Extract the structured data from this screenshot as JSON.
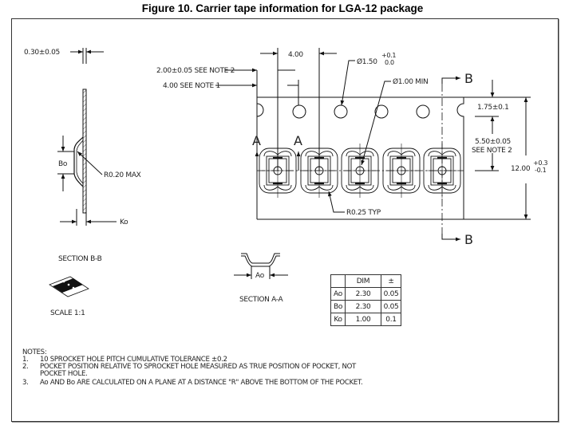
{
  "figure": {
    "title": "Figure 10. Carrier tape information for LGA-12 package"
  },
  "dimensions": {
    "thickness": "0.30±0.05",
    "pocket_offset": "2.00±0.05 SEE NOTE 2",
    "hole_pitch_note": "4.00 SEE NOTE 1",
    "pocket_pitch": "4.00",
    "sprocket_hole_dia": "Ø1.50",
    "sprocket_hole_tol_plus": "+0.1",
    "sprocket_hole_tol_minus": "0.0",
    "pocket_hole_dia": "Ø1.00 MIN",
    "edge_to_hole": "1.75±0.1",
    "hole_to_pocket": "5.50±0.05",
    "hole_to_pocket_note": "SEE NOTE 2",
    "tape_width": "12.00",
    "tape_width_tol_plus": "+0.3",
    "tape_width_tol_minus": "-0.1",
    "pocket_radius": "R0.25 TYP",
    "section_radius": "R0.20 MAX",
    "bo_label": "Bo",
    "ko_label": "Ko",
    "ao_label": "Ao"
  },
  "section_markers": {
    "a_left": "A",
    "a_right": "A",
    "b_top": "B",
    "b_bottom": "B"
  },
  "labels": {
    "section_bb": "SECTION B-B",
    "section_aa": "SECTION A-A",
    "scale": "SCALE 1:1"
  },
  "dim_table": {
    "headers": [
      "",
      "DIM",
      "±"
    ],
    "rows": [
      [
        "Ao",
        "2.30",
        "0.05"
      ],
      [
        "Bo",
        "2.30",
        "0.05"
      ],
      [
        "Ko",
        "1.00",
        "0.1"
      ]
    ]
  },
  "notes": {
    "title": "NOTES:",
    "items": [
      {
        "num": "1.",
        "text": "10 SPROCKET HOLE PITCH CUMULATIVE TOLERANCE ±0.2"
      },
      {
        "num": "2.",
        "text": "POCKET POSITION RELATIVE TO SPROCKET HOLE MEASURED AS TRUE POSITION OF POCKET, NOT"
      },
      {
        "num": "",
        "text": "POCKET HOLE."
      },
      {
        "num": "3.",
        "text": "Ao AND Bo ARE CALCULATED ON A PLANE AT A DISTANCE \"R\" ABOVE THE BOTTOM OF THE POCKET."
      }
    ]
  }
}
